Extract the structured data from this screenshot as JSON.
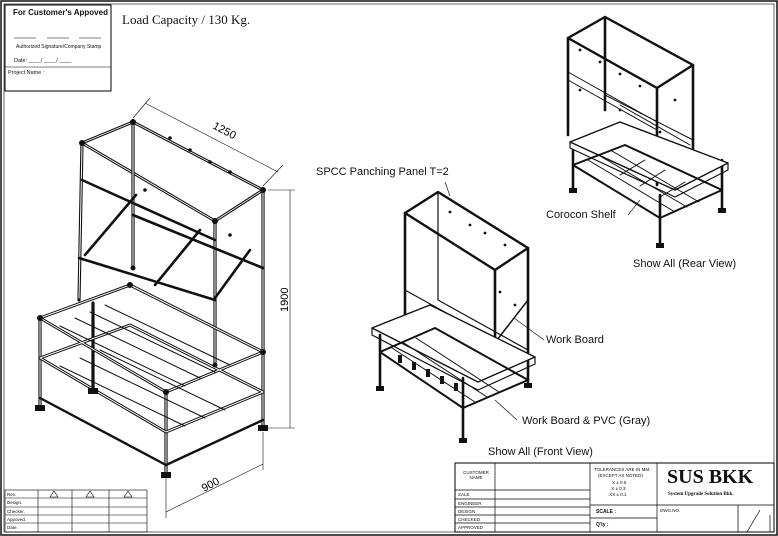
{
  "approval_box": {
    "title": "For Customer's  Appoved",
    "signature_caption": "Authorized Signature/Company Stamp",
    "date_label": "Date: ____/ ____/ ____",
    "project_label": "Project Name :"
  },
  "load_capacity": "Load Capacity / 130 Kg.",
  "dimensions": {
    "width": "1250",
    "height": "1900",
    "depth": "900"
  },
  "labels": {
    "spcc": "SPCC Panching Panel T=2",
    "corocon": "Corocon Shelf",
    "work_board": "Work Board",
    "work_board_pvc": "Work Board & PVC (Gray)",
    "rear_view": "Show All (Rear View)",
    "front_view": "Show All (Front View)"
  },
  "revision_table": {
    "rows": [
      "Rev.",
      "Design.",
      "Checker.",
      "Appoved.",
      "Date."
    ]
  },
  "title_block": {
    "customer_name": "CUSTOMER\nNAME",
    "roles": [
      "SALE",
      "ENGINEER",
      "DESIGN",
      "CHECKED",
      "APPROVED"
    ],
    "tolerances_title": "TOLERANCES ARE IN MM.",
    "tolerances_sub": "(EXCEPT AS NOTED)",
    "tol_x": "X   ±  0.5",
    "tol_xx": ".X   ±  0.3",
    "tol_xxx": ".XX  ±  0.1",
    "scale_label": "SCALE :",
    "qty_label": "Q'ty :",
    "company": "SUS BKK",
    "company_sub": "System Upgrade Solution Bkk.",
    "dwg_no": "DWG.NO."
  }
}
